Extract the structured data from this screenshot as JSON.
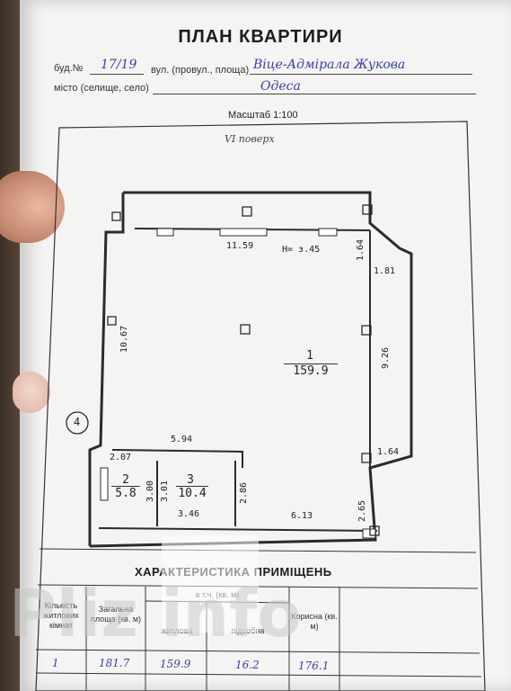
{
  "title": "ПЛАН КВАРТИРИ",
  "address": {
    "bud_label": "буд.№",
    "bud_value": "17/19",
    "street_label": "вул. (провул., площа)",
    "street_value": "Віце-Адмірала Жукова",
    "city_label": "місто (селище, село)",
    "city_value": "Одеса"
  },
  "scale_label": "Масштаб 1:100",
  "floor_note": "VI поверх",
  "plan": {
    "dims": {
      "top_wall": "11.59",
      "ceiling_height": "H= з.45",
      "top_right_small": "1.64",
      "right_upper": "1.81",
      "left_wall": "10.67",
      "right_wall": "9.26",
      "mid_horizontal": "5.94",
      "right_lower_small": "1.64",
      "room2_top": "2.07",
      "room2_height": "3.00",
      "room3_left": "3.01",
      "room3_right": "2.86",
      "room3_bottom": "3.46",
      "bottom_wall": "6.13",
      "bottom_right_small": "2.65",
      "entry_marker": "4"
    },
    "rooms": [
      {
        "number": "1",
        "area": "159.9"
      },
      {
        "number": "2",
        "area": "5.8"
      },
      {
        "number": "3",
        "area": "10.4"
      }
    ]
  },
  "table": {
    "title": "ХАРАКТЕРИСТИКА ПРИМІЩЕНЬ",
    "headers": {
      "rooms_count": "Кількість житлових кімнат",
      "total_area": "Загальна площа (кв. м)",
      "group": "в т.ч. (кв. м)",
      "living": "житлова",
      "auxiliary": "підсобна",
      "useful": "Корисна (кв. м)"
    },
    "row": {
      "rooms_count": "1",
      "total_area": "181.7",
      "living": "159.9",
      "auxiliary": "16.2",
      "useful": "176.1"
    }
  },
  "watermark": "Pliz info"
}
